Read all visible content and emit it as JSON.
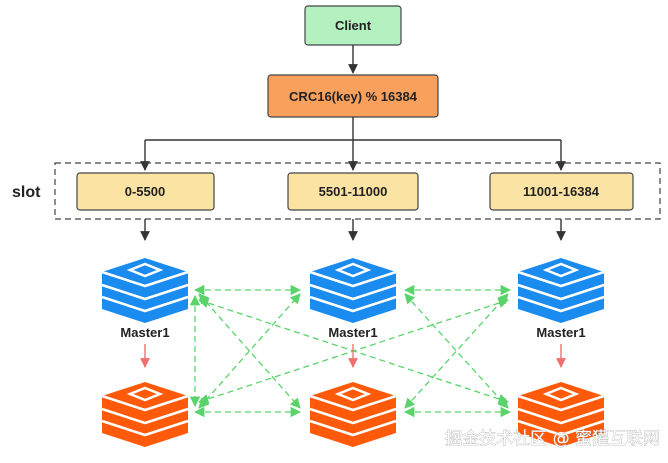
{
  "client": {
    "label": "Client",
    "color": "#b5f0c0"
  },
  "hash": {
    "label": "CRC16(key) % 16384",
    "color": "#f9a05c"
  },
  "slot_group": {
    "label": "slot"
  },
  "slots": [
    {
      "label": "0-5500"
    },
    {
      "label": "5501-11000"
    },
    {
      "label": "11001-16384"
    }
  ],
  "slot_color": "#fbe3a4",
  "masters": [
    {
      "label": "Master1"
    },
    {
      "label": "Master1"
    },
    {
      "label": "Master1"
    }
  ],
  "colors": {
    "master": "#1a8cf0",
    "replica": "#ff5a0a",
    "replication_arrow": "#f07070",
    "cluster_link": "#5ad46a",
    "flow_arrow": "#333333"
  },
  "icons": {
    "master": "redis-stack-icon",
    "replica": "redis-stack-icon"
  },
  "watermark": "掘金技术社区 @ 蜜獾互联网"
}
